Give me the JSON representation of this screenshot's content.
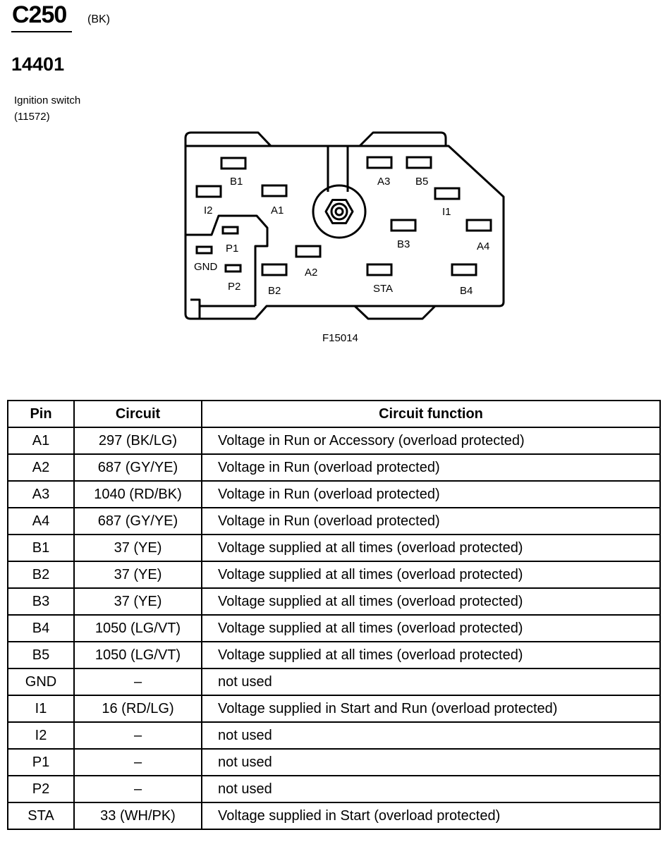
{
  "header": {
    "connector_id": "C250",
    "connector_color": "(BK)",
    "part_number": "14401",
    "description": "Ignition switch",
    "description_number": "(11572)"
  },
  "figure_id": "F15014",
  "diagram_labels": {
    "B1": "B1",
    "I2": "I2",
    "A1": "A1",
    "A3": "A3",
    "B5": "B5",
    "I1": "I1",
    "B3": "B3",
    "A4": "A4",
    "P1": "P1",
    "GND": "GND",
    "P2": "P2",
    "A2": "A2",
    "B2": "B2",
    "STA": "STA",
    "B4": "B4"
  },
  "table": {
    "headers": {
      "pin": "Pin",
      "circuit": "Circuit",
      "function": "Circuit function"
    },
    "rows": [
      {
        "pin": "A1",
        "circuit": "297 (BK/LG)",
        "function": "Voltage in Run or Accessory (overload protected)"
      },
      {
        "pin": "A2",
        "circuit": "687 (GY/YE)",
        "function": "Voltage in Run (overload protected)"
      },
      {
        "pin": "A3",
        "circuit": "1040 (RD/BK)",
        "function": "Voltage in Run (overload protected)"
      },
      {
        "pin": "A4",
        "circuit": "687 (GY/YE)",
        "function": "Voltage in Run (overload protected)"
      },
      {
        "pin": "B1",
        "circuit": "37 (YE)",
        "function": "Voltage supplied at all times (overload protected)"
      },
      {
        "pin": "B2",
        "circuit": "37 (YE)",
        "function": "Voltage supplied at all times (overload protected)"
      },
      {
        "pin": "B3",
        "circuit": "37 (YE)",
        "function": "Voltage supplied at all times (overload protected)"
      },
      {
        "pin": "B4",
        "circuit": "1050 (LG/VT)",
        "function": "Voltage supplied at all times (overload protected)"
      },
      {
        "pin": "B5",
        "circuit": "1050 (LG/VT)",
        "function": "Voltage supplied at all times (overload protected)"
      },
      {
        "pin": "GND",
        "circuit": "–",
        "function": "not used"
      },
      {
        "pin": "I1",
        "circuit": "16 (RD/LG)",
        "function": "Voltage supplied in Start and Run (overload protected)"
      },
      {
        "pin": "I2",
        "circuit": "–",
        "function": "not used"
      },
      {
        "pin": "P1",
        "circuit": "–",
        "function": "not used"
      },
      {
        "pin": "P2",
        "circuit": "–",
        "function": "not used"
      },
      {
        "pin": "STA",
        "circuit": "33 (WH/PK)",
        "function": "Voltage supplied in Start (overload protected)"
      }
    ]
  }
}
